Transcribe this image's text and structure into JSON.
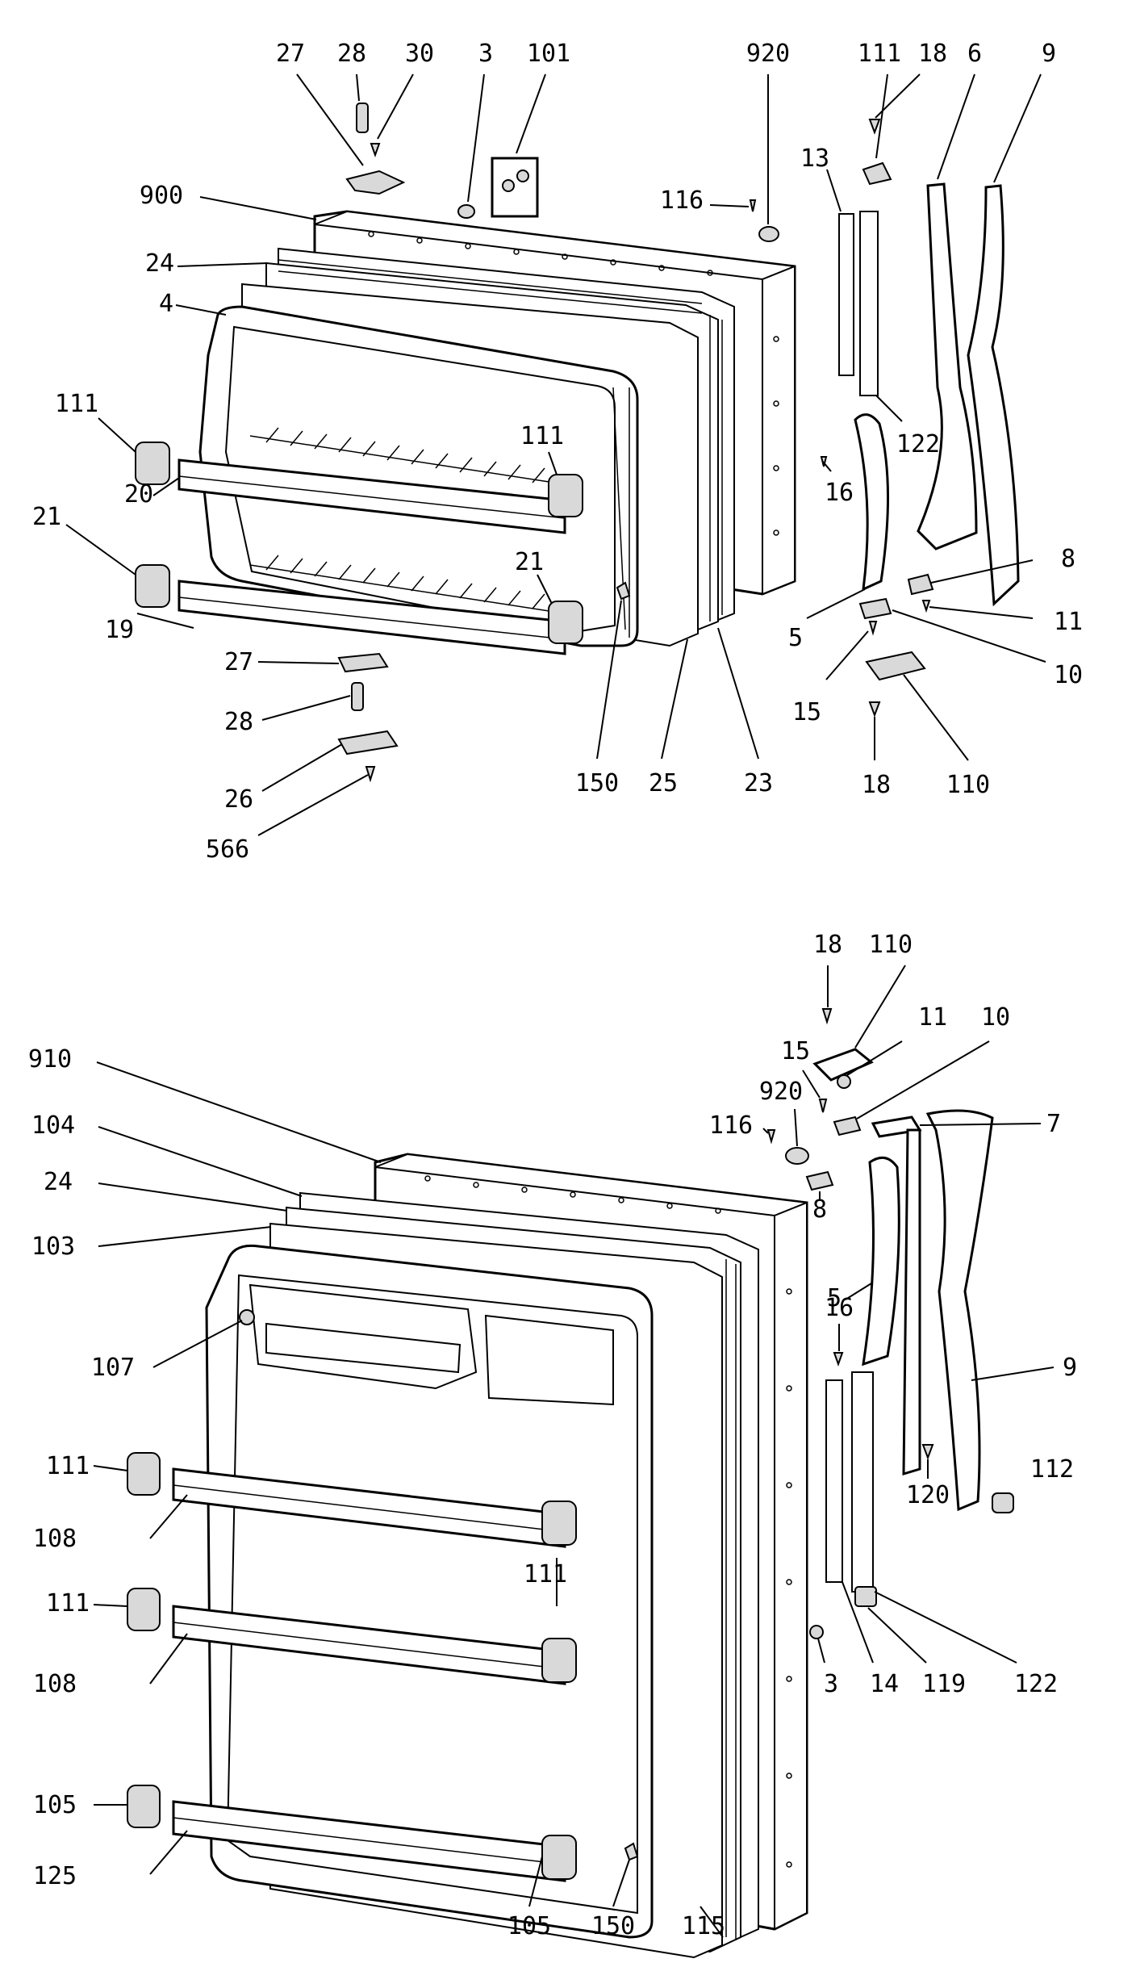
{
  "diagram": {
    "freezer_door": {
      "callouts": [
        {
          "id": "c27a",
          "label": "27"
        },
        {
          "id": "c28a",
          "label": "28"
        },
        {
          "id": "c30",
          "label": "30"
        },
        {
          "id": "c3a",
          "label": "3"
        },
        {
          "id": "c101",
          "label": "101"
        },
        {
          "id": "c920a",
          "label": "920"
        },
        {
          "id": "c111a",
          "label": "111"
        },
        {
          "id": "c18a",
          "label": "18"
        },
        {
          "id": "c6",
          "label": "6"
        },
        {
          "id": "c9a",
          "label": "9"
        },
        {
          "id": "c900",
          "label": "900"
        },
        {
          "id": "c116a",
          "label": "116"
        },
        {
          "id": "c13",
          "label": "13"
        },
        {
          "id": "c24a",
          "label": "24"
        },
        {
          "id": "c4",
          "label": "4"
        },
        {
          "id": "c111b",
          "label": "111"
        },
        {
          "id": "c111c",
          "label": "111"
        },
        {
          "id": "c122a",
          "label": "122"
        },
        {
          "id": "c16a",
          "label": "16"
        },
        {
          "id": "c20",
          "label": "20"
        },
        {
          "id": "c21a",
          "label": "21"
        },
        {
          "id": "c21b",
          "label": "21"
        },
        {
          "id": "c8a",
          "label": "8"
        },
        {
          "id": "c11a",
          "label": "11"
        },
        {
          "id": "c5a",
          "label": "5"
        },
        {
          "id": "c10a",
          "label": "10"
        },
        {
          "id": "c19",
          "label": "19"
        },
        {
          "id": "c27b",
          "label": "27"
        },
        {
          "id": "c15a",
          "label": "15"
        },
        {
          "id": "c28b",
          "label": "28"
        },
        {
          "id": "c26",
          "label": "26"
        },
        {
          "id": "c150a",
          "label": "150"
        },
        {
          "id": "c25",
          "label": "25"
        },
        {
          "id": "c23",
          "label": "23"
        },
        {
          "id": "c18b",
          "label": "18"
        },
        {
          "id": "c110a",
          "label": "110"
        },
        {
          "id": "c566",
          "label": "566"
        }
      ]
    },
    "fresh_food_door": {
      "callouts": [
        {
          "id": "d18",
          "label": "18"
        },
        {
          "id": "d110",
          "label": "110"
        },
        {
          "id": "d11",
          "label": "11"
        },
        {
          "id": "d10",
          "label": "10"
        },
        {
          "id": "d15",
          "label": "15"
        },
        {
          "id": "d910",
          "label": "910"
        },
        {
          "id": "d920",
          "label": "920"
        },
        {
          "id": "d116",
          "label": "116"
        },
        {
          "id": "d7",
          "label": "7"
        },
        {
          "id": "d104",
          "label": "104"
        },
        {
          "id": "d24",
          "label": "24"
        },
        {
          "id": "d8",
          "label": "8"
        },
        {
          "id": "d103",
          "label": "103"
        },
        {
          "id": "d5",
          "label": "5"
        },
        {
          "id": "d16",
          "label": "16"
        },
        {
          "id": "d107",
          "label": "107"
        },
        {
          "id": "d9",
          "label": "9"
        },
        {
          "id": "d111a",
          "label": "111"
        },
        {
          "id": "d112",
          "label": "112"
        },
        {
          "id": "d120",
          "label": "120"
        },
        {
          "id": "d108a",
          "label": "108"
        },
        {
          "id": "d111b",
          "label": "111"
        },
        {
          "id": "d111c",
          "label": "111"
        },
        {
          "id": "d108b",
          "label": "108"
        },
        {
          "id": "d3",
          "label": "3"
        },
        {
          "id": "d14",
          "label": "14"
        },
        {
          "id": "d119",
          "label": "119"
        },
        {
          "id": "d122",
          "label": "122"
        },
        {
          "id": "d105a",
          "label": "105"
        },
        {
          "id": "d125",
          "label": "125"
        },
        {
          "id": "d105b",
          "label": "105"
        },
        {
          "id": "d150",
          "label": "150"
        },
        {
          "id": "d115",
          "label": "115"
        }
      ]
    }
  }
}
